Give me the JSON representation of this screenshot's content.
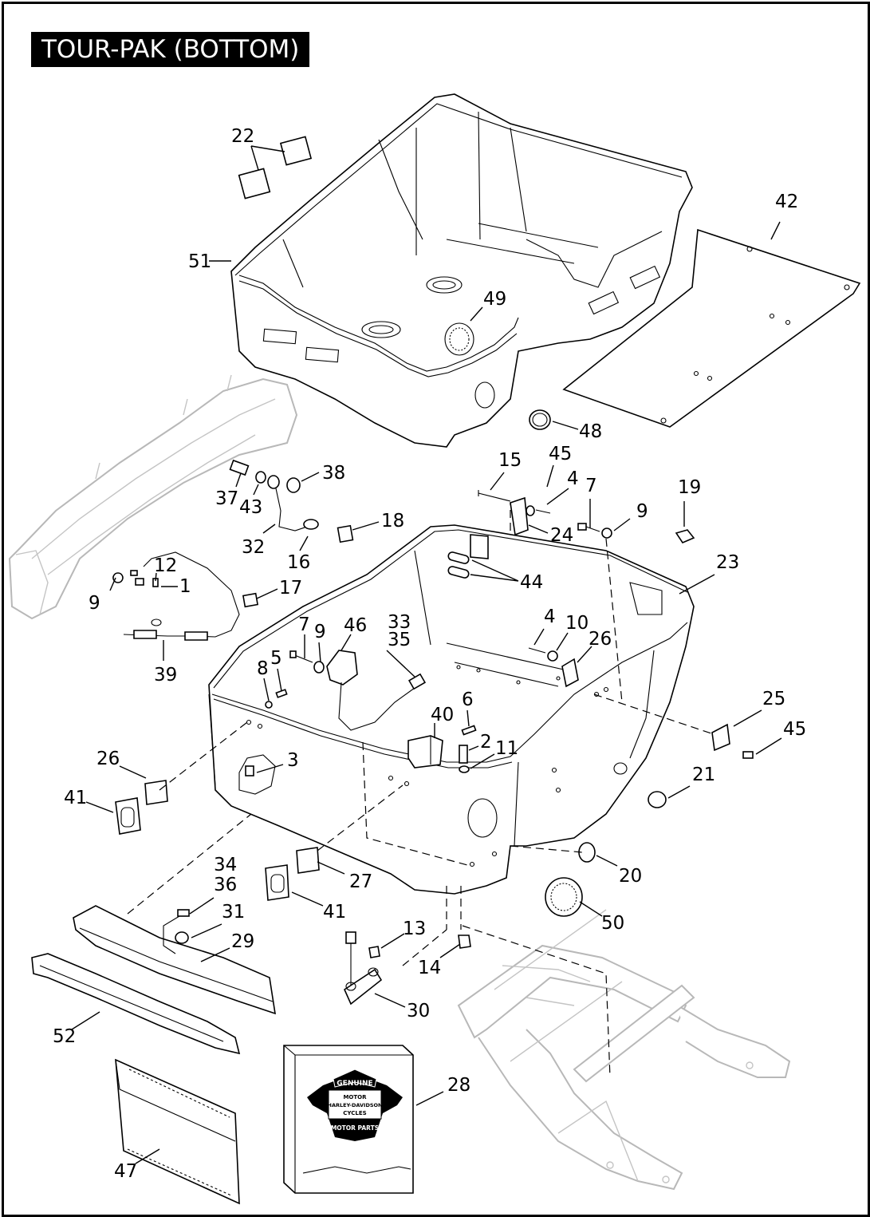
{
  "title": "TOUR-PAK (BOTTOM)",
  "brand_logo": {
    "text_top": "GENUINE",
    "text_brand": "HARLEY-DAVIDSON",
    "text_motor": "MOTOR",
    "text_cycles": "CYCLES",
    "text_bottom": "MOTOR PARTS"
  },
  "callouts": {
    "c22": "22",
    "c42": "42",
    "c51": "51",
    "c49": "49",
    "c48": "48",
    "c38": "38",
    "c37": "37",
    "c43": "43",
    "c32": "32",
    "c16": "16",
    "c18": "18",
    "c15": "15",
    "c45a": "45",
    "c4a": "4",
    "c7a": "7",
    "c9a": "9",
    "c19": "19",
    "c24": "24",
    "c23": "23",
    "c44": "44",
    "c12": "12",
    "c1": "1",
    "c9b": "9",
    "c17": "17",
    "c39": "39",
    "c7b": "7",
    "c9c": "9",
    "c46": "46",
    "c33": "33",
    "c35": "35",
    "c4b": "4",
    "c10": "10",
    "c26a": "26",
    "c8": "8",
    "c5": "5",
    "c6": "6",
    "c40": "40",
    "c2": "2",
    "c11": "11",
    "c25": "25",
    "c45b": "45",
    "c26b": "26",
    "c3": "3",
    "c41a": "41",
    "c21": "21",
    "c34": "34",
    "c36": "36",
    "c31": "31",
    "c29": "29",
    "c27": "27",
    "c41b": "41",
    "c20": "20",
    "c13": "13",
    "c50": "50",
    "c14": "14",
    "c30": "30",
    "c52": "52",
    "c28": "28",
    "c47": "47"
  }
}
